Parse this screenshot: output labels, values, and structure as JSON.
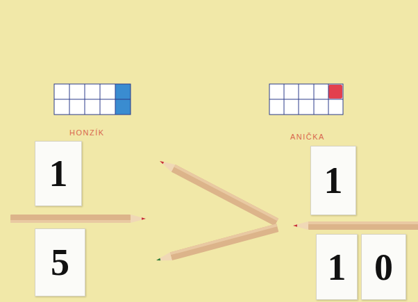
{
  "diagram": {
    "nodes": [
      {
        "text": [
          "1"
        ]
      },
      {
        "text": [
          "5"
        ]
      },
      {
        "text": [
          "1"
        ]
      },
      {
        "text": [
          "1"
        ]
      },
      {
        "text": [
          "0"
        ]
      }
    ],
    "labels": [
      "HONZÍK",
      "ANIČKA"
    ]
  }
}
